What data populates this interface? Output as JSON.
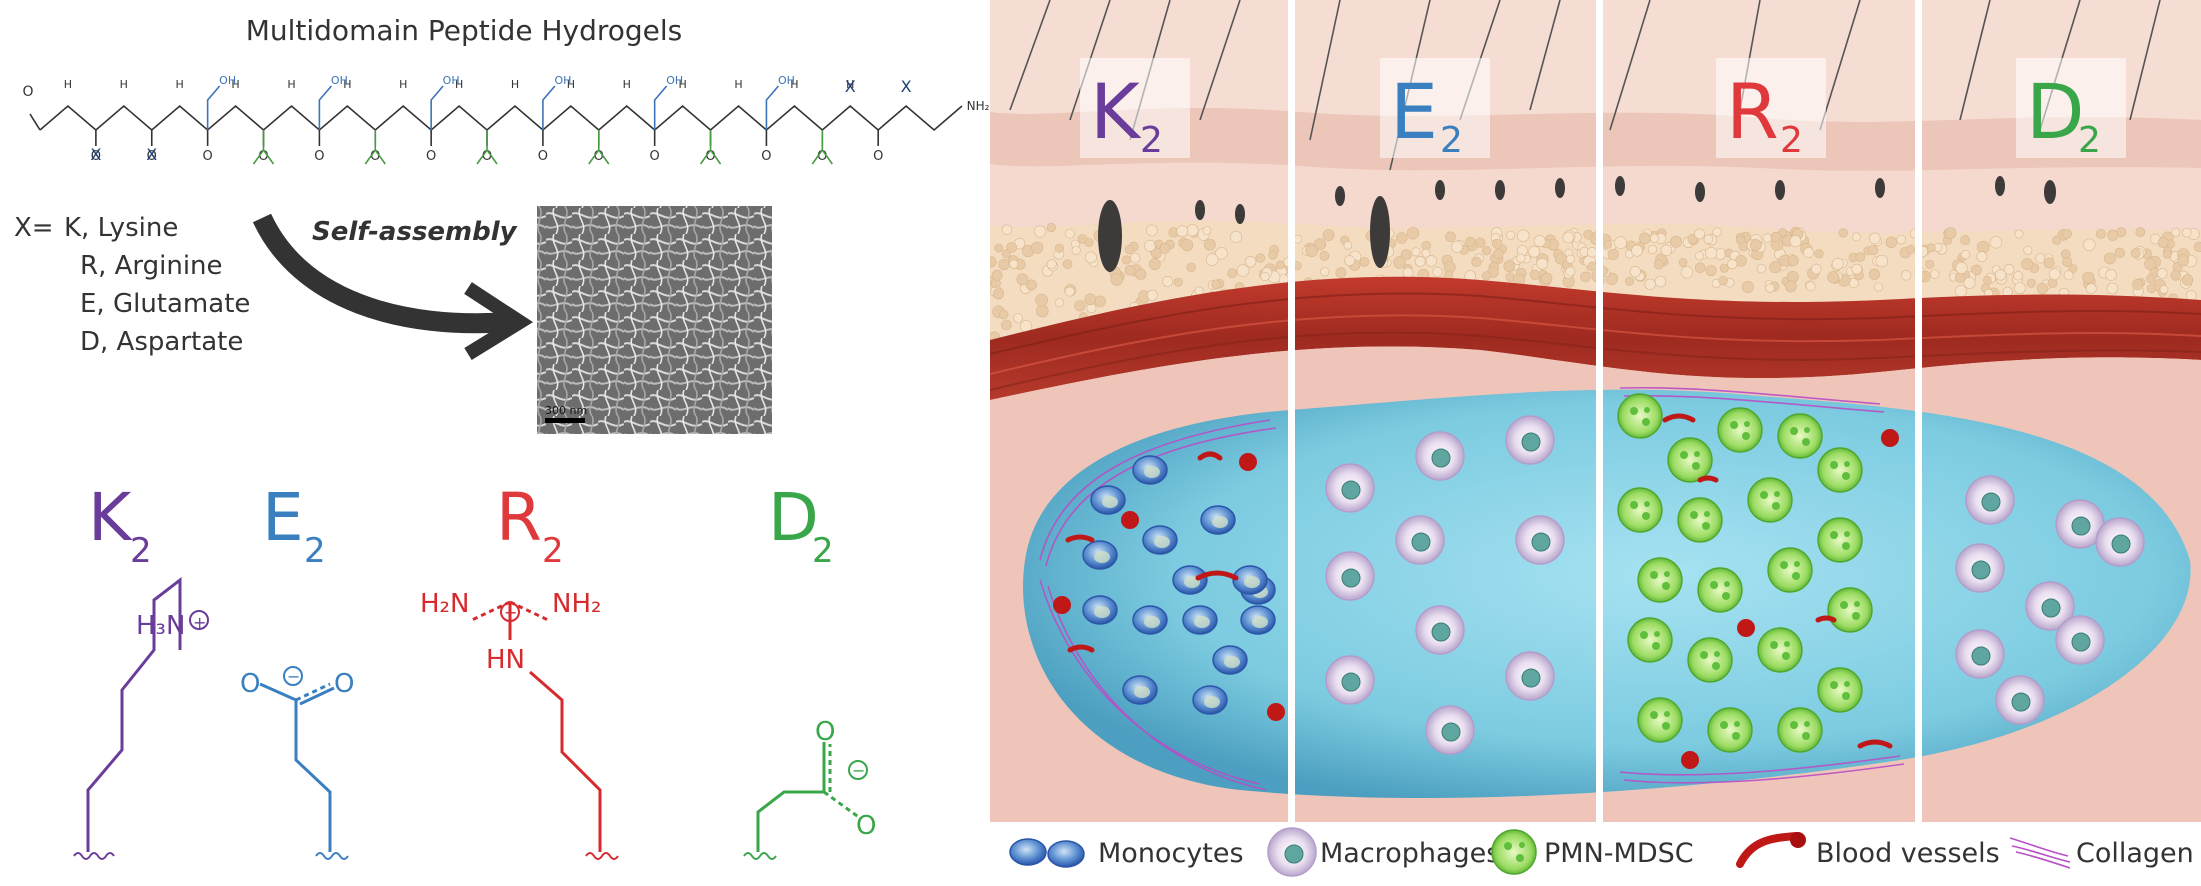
{
  "title": "Multidomain Peptide Hydrogels",
  "x_def": {
    "prefix": "X=",
    "items": [
      "K, Lysine",
      "R, Arginine",
      "E, Glutamate",
      "D, Aspartate"
    ]
  },
  "self_assembly": "Self-assembly",
  "sem_scale": "300 nm",
  "peptide": {
    "x_label": "X",
    "oh_label": "OH",
    "n_label": "N",
    "h_label": "H",
    "o_label": "O",
    "nh2_label": "NH₂"
  },
  "peptides": [
    {
      "letter": "K",
      "sub": "2",
      "color": "#6a3d9a"
    },
    {
      "letter": "E",
      "sub": "2",
      "color": "#3a7fc0"
    },
    {
      "letter": "R",
      "sub": "2",
      "color": "#e0393c"
    },
    {
      "letter": "D",
      "sub": "2",
      "color": "#3aa64a"
    }
  ],
  "sidechains": {
    "lys_amine": "H₃N",
    "arg_nh2_left": "H₂N",
    "arg_nh2_right": "NH₂",
    "arg_hn": "HN",
    "o": "O",
    "plus": "+",
    "minus": "−"
  },
  "legend": {
    "monocytes": "Monocytes",
    "macrophages": "Macrophages",
    "pmn": "PMN-MDSC",
    "vessels": "Blood vessels",
    "collagen": "Collagen"
  },
  "colors": {
    "purple": "#6a3d9a",
    "blue": "#3a7fc0",
    "red": "#e0393c",
    "green": "#3aa64a",
    "backbone_green": "#4a9a45",
    "backbone_blue": "#3b74b7",
    "dark_blue": "#1f3f73"
  }
}
